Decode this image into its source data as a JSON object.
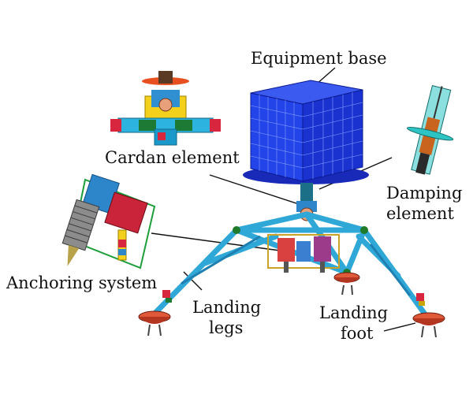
{
  "labels": {
    "equipment_base": "Equipment base",
    "cardan_element": "Cardan element",
    "damping_element_line1": "Damping",
    "damping_element_line2": "element",
    "anchoring_system": "Anchoring system",
    "landing_legs_line1": "Landing",
    "landing_legs_line2": "legs",
    "landing_foot_line1": "Landing",
    "landing_foot_line2": "foot"
  },
  "colors": {
    "base_panel": "#1f3fe0",
    "legs": "#2fa8d8",
    "feet": "#c0392b",
    "damper": "#2ec4c4",
    "anchor_frame": "#1e9e3a"
  }
}
